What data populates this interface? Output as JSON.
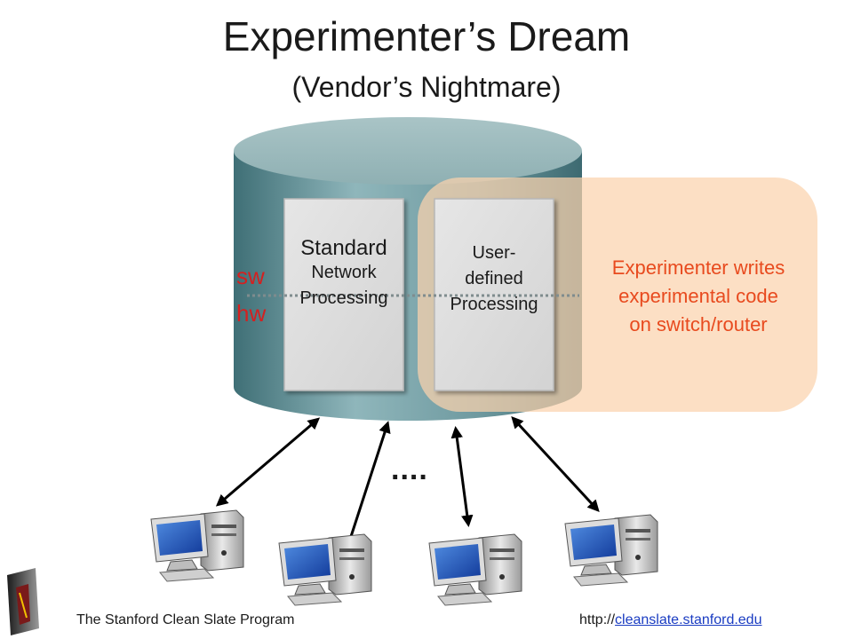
{
  "slide": {
    "title": "Experimenter’s Dream",
    "subtitle": "(Vendor’s Nightmare)"
  },
  "switch": {
    "standard_box": {
      "line1": "Standard",
      "line2": "Network",
      "line3": "Processing"
    },
    "user_box": {
      "line1": "User-",
      "line2": "defined",
      "line3": "Processing"
    },
    "sw_label": "sw",
    "hw_label": "hw"
  },
  "experimenter_note": {
    "line1": "Experimenter writes",
    "line2": "experimental code",
    "line3": "on switch/router"
  },
  "ellipsis": "....",
  "footer": {
    "program": "The Stanford Clean Slate Program",
    "url_prefix": "http://",
    "url_link": "cleanslate.stanford.edu"
  },
  "colors": {
    "cylinder": "#6f9aa0",
    "highlight": "#fddcbe",
    "label_red": "#d42020",
    "note_orange": "#e84a1e"
  },
  "icons": [
    "computer-icon",
    "stanford-logo-icon"
  ]
}
